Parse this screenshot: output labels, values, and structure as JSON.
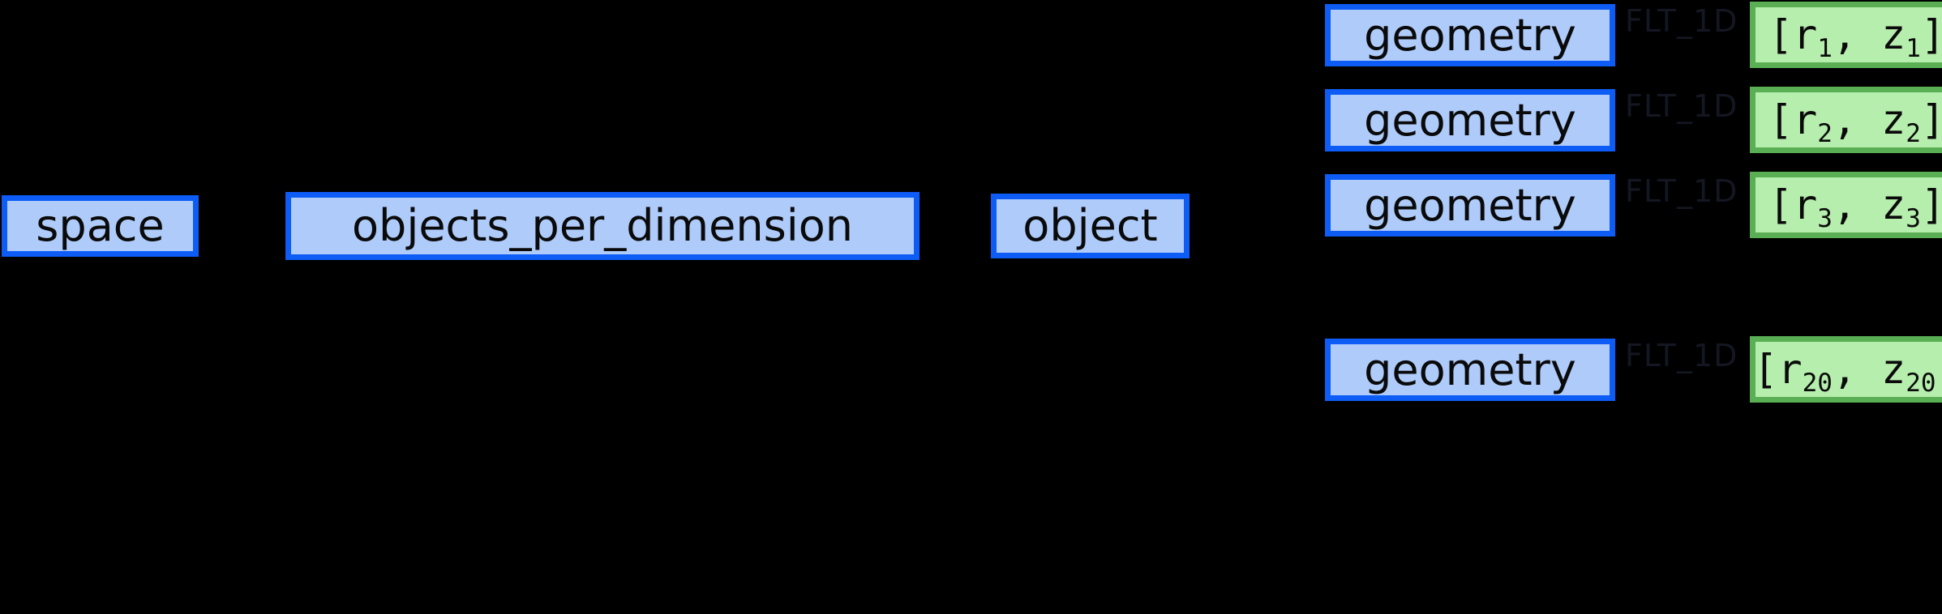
{
  "diagram": {
    "type": "tree-hierarchy",
    "background_color": "#000000",
    "palette": {
      "blue_fill": "#aecbfa",
      "blue_border": "#0d5cf5",
      "green_fill": "#b6eead",
      "green_border": "#5aaf54",
      "label_color": "#141622",
      "text_color": "#0a0a0a"
    },
    "nodes": {
      "space": "space",
      "objects_per_dimension": "objects_per_dimension",
      "object": "object",
      "geometry_1": "geometry",
      "geometry_2": "geometry",
      "geometry_3": "geometry",
      "geometry_20": "geometry"
    },
    "edge_labels": {
      "flt_1d_1": "FLT_1D",
      "flt_1d_2": "FLT_1D",
      "flt_1d_3": "FLT_1D",
      "flt_1d_20": "FLT_1D"
    },
    "leaves": [
      {
        "open": "[r",
        "sub1": "1",
        "mid": ", z",
        "sub2": "1",
        "close": "]"
      },
      {
        "open": "[r",
        "sub1": "2",
        "mid": ", z",
        "sub2": "2",
        "close": "]"
      },
      {
        "open": "[r",
        "sub1": "3",
        "mid": ", z",
        "sub2": "3",
        "close": "]"
      },
      {
        "open": "[r",
        "sub1": "20",
        "mid": ", z",
        "sub2": "20",
        "close": "]"
      }
    ]
  }
}
